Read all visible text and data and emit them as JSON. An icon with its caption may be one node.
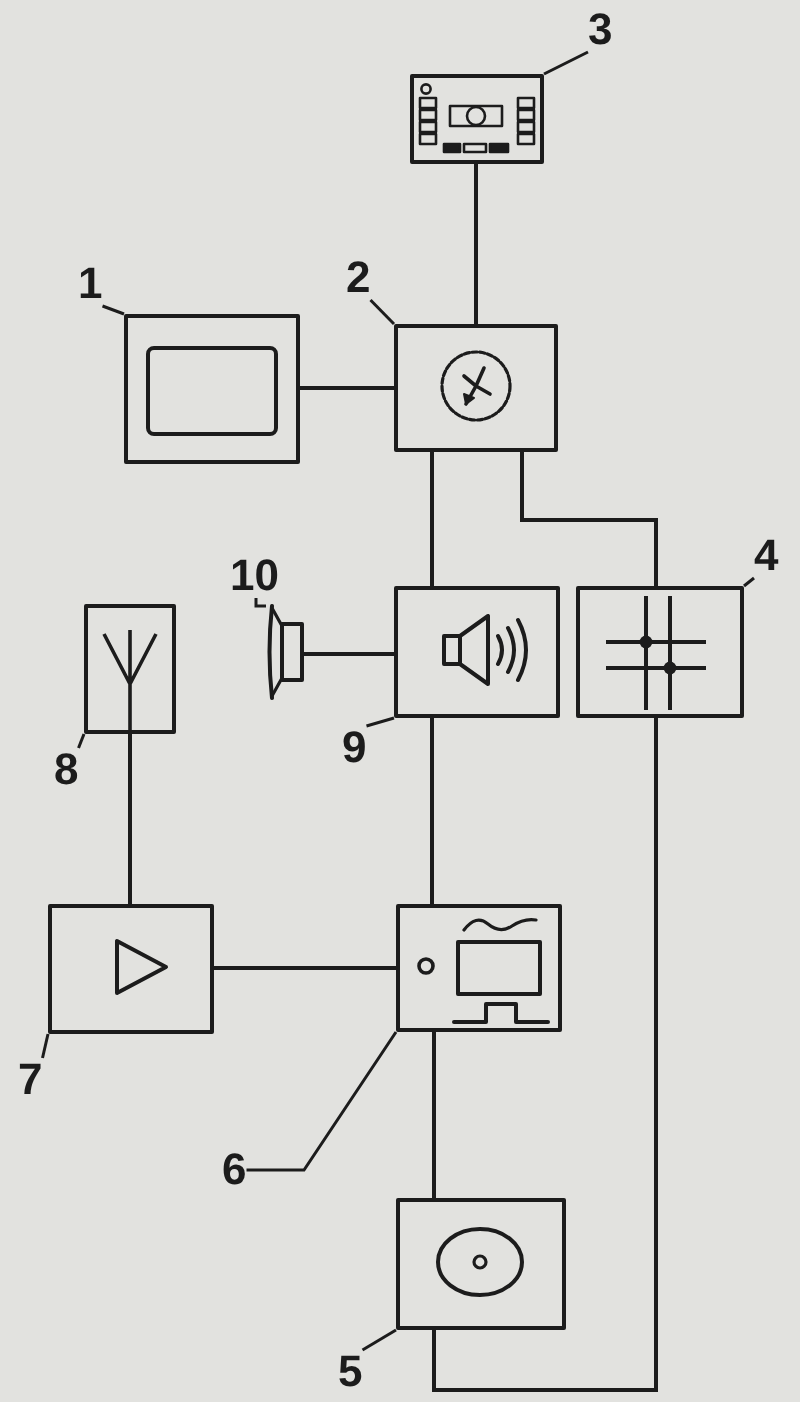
{
  "diagram": {
    "nodes": [
      {
        "text": [
          "1"
        ]
      },
      {
        "text": [],
        "shape": "box"
      },
      {
        "text": [
          "2"
        ]
      },
      {
        "text": [],
        "shape": "box"
      },
      {
        "text": [
          "3"
        ]
      },
      {
        "text": [],
        "shape": "box"
      },
      {
        "text": [
          "4"
        ]
      },
      {
        "text": [],
        "shape": "box"
      },
      {
        "text": [
          "5"
        ]
      },
      {
        "text": [],
        "shape": "box"
      },
      {
        "text": [
          "6"
        ]
      },
      {
        "text": [],
        "shape": "box"
      },
      {
        "text": [
          "7"
        ]
      },
      {
        "text": [],
        "shape": "box"
      },
      {
        "text": [
          "8"
        ]
      },
      {
        "text": [],
        "shape": "box"
      },
      {
        "text": [
          "9"
        ]
      },
      {
        "text": [],
        "shape": "box"
      },
      {
        "text": [
          "10"
        ]
      },
      {
        "text": [],
        "shape": "picture"
      }
    ],
    "edges": [
      {
        "from": 0,
        "to": 1,
        "arrow": "none"
      },
      {
        "from": 2,
        "to": 3,
        "arrow": "none"
      },
      {
        "from": 4,
        "to": 5,
        "arrow": "none"
      },
      {
        "from": 6,
        "to": 7,
        "arrow": "none"
      },
      {
        "from": 8,
        "to": 9,
        "arrow": "none"
      },
      {
        "from": 10,
        "to": 11,
        "arrow": "none"
      },
      {
        "from": 12,
        "to": 13,
        "arrow": "none"
      },
      {
        "from": 14,
        "to": 15,
        "arrow": "none"
      },
      {
        "from": 16,
        "to": 17,
        "arrow": "none"
      },
      {
        "from": 18,
        "to": 19,
        "arrow": "none"
      },
      {
        "from": 1,
        "to": 3,
        "arrow": "none"
      },
      {
        "from": 5,
        "to": 3,
        "arrow": "none"
      },
      {
        "from": 3,
        "to": 17,
        "arrow": "none"
      },
      {
        "from": 3,
        "to": 7,
        "arrow": "none"
      },
      {
        "from": 19,
        "to": 17,
        "arrow": "none"
      },
      {
        "from": 17,
        "to": 11,
        "arrow": "none"
      },
      {
        "from": 7,
        "to": 9,
        "arrow": "none"
      },
      {
        "from": 15,
        "to": 13,
        "arrow": "none"
      },
      {
        "from": 13,
        "to": 11,
        "arrow": "none"
      },
      {
        "from": 11,
        "to": 9,
        "arrow": "none"
      }
    ]
  }
}
